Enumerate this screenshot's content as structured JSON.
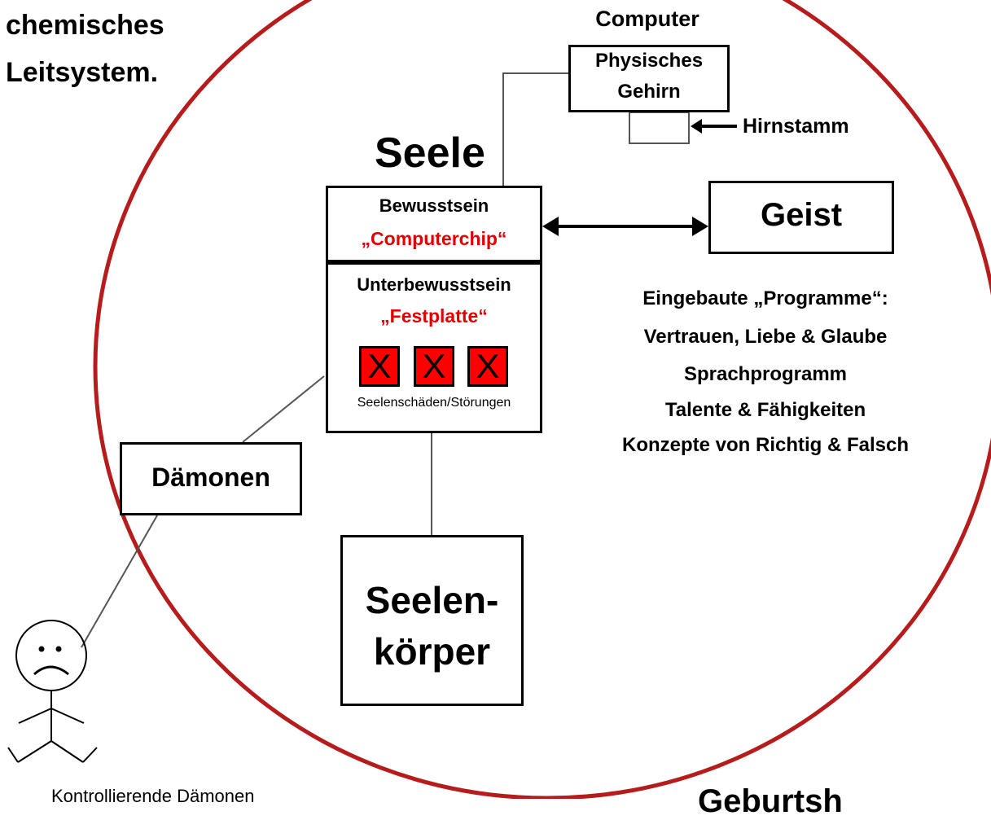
{
  "corner_text": {
    "line1": "chemisches",
    "line2": "Leitsystem."
  },
  "computer": {
    "label": "Computer",
    "brain_line1": "Physisches",
    "brain_line2": "Gehirn",
    "brainstem": "Hirnstamm"
  },
  "soul": {
    "title": "Seele",
    "conscious": {
      "label": "Bewusstsein",
      "metaphor": "„Computerchip“"
    },
    "subconscious": {
      "label": "Unterbewusstsein",
      "metaphor": "„Festplatte“",
      "damage_marks": [
        "X",
        "X",
        "X"
      ],
      "damage_caption": "Seelenschäden/Störungen"
    }
  },
  "spirit": {
    "label": "Geist"
  },
  "programs": {
    "heading": "Eingebaute „Programme“:",
    "items": [
      "Vertrauen, Liebe & Glaube",
      "Sprachprogramm",
      "Talente & Fähigkeiten",
      "Konzepte von Richtig & Falsch"
    ]
  },
  "demons": {
    "label": "Dämonen"
  },
  "soul_body": {
    "line1": "Seelen-",
    "line2": "körper"
  },
  "stick_figure_caption": "Kontrollierende Dämonen",
  "bottom_text": "Geburtsh",
  "colors": {
    "circle": "#b71c1c",
    "accent_red": "#e10000",
    "damage_box": "#ff0000"
  }
}
